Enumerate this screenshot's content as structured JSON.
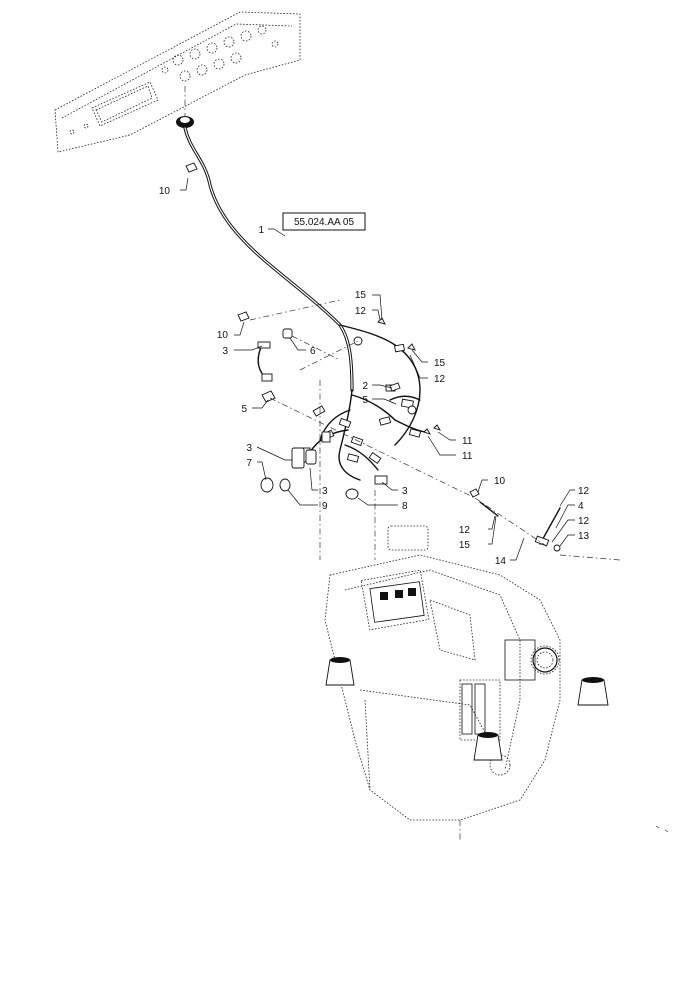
{
  "diagram": {
    "reference": "55.024.AA 05",
    "callouts": [
      {
        "id": "c-1",
        "text": "1"
      },
      {
        "id": "c-10a",
        "text": "10"
      },
      {
        "id": "c-10b",
        "text": "10"
      },
      {
        "id": "c-3a",
        "text": "3"
      },
      {
        "id": "c-6",
        "text": "6"
      },
      {
        "id": "c-5a",
        "text": "5"
      },
      {
        "id": "c-15a",
        "text": "15"
      },
      {
        "id": "c-12a",
        "text": "12"
      },
      {
        "id": "c-15b",
        "text": "15"
      },
      {
        "id": "c-12b",
        "text": "12"
      },
      {
        "id": "c-2",
        "text": "2"
      },
      {
        "id": "c-5b",
        "text": "5"
      },
      {
        "id": "c-11a",
        "text": "11"
      },
      {
        "id": "c-11b",
        "text": "11"
      },
      {
        "id": "c-3b",
        "text": "3"
      },
      {
        "id": "c-7",
        "text": "7"
      },
      {
        "id": "c-3c",
        "text": "3"
      },
      {
        "id": "c-9",
        "text": "9"
      },
      {
        "id": "c-3d",
        "text": "3"
      },
      {
        "id": "c-8",
        "text": "8"
      },
      {
        "id": "c-10c",
        "text": "10"
      },
      {
        "id": "c-12c",
        "text": "12"
      },
      {
        "id": "c-15c",
        "text": "15"
      },
      {
        "id": "c-14",
        "text": "14"
      },
      {
        "id": "c-12d",
        "text": "12"
      },
      {
        "id": "c-4",
        "text": "4"
      },
      {
        "id": "c-12e",
        "text": "12"
      },
      {
        "id": "c-13",
        "text": "13"
      }
    ]
  }
}
